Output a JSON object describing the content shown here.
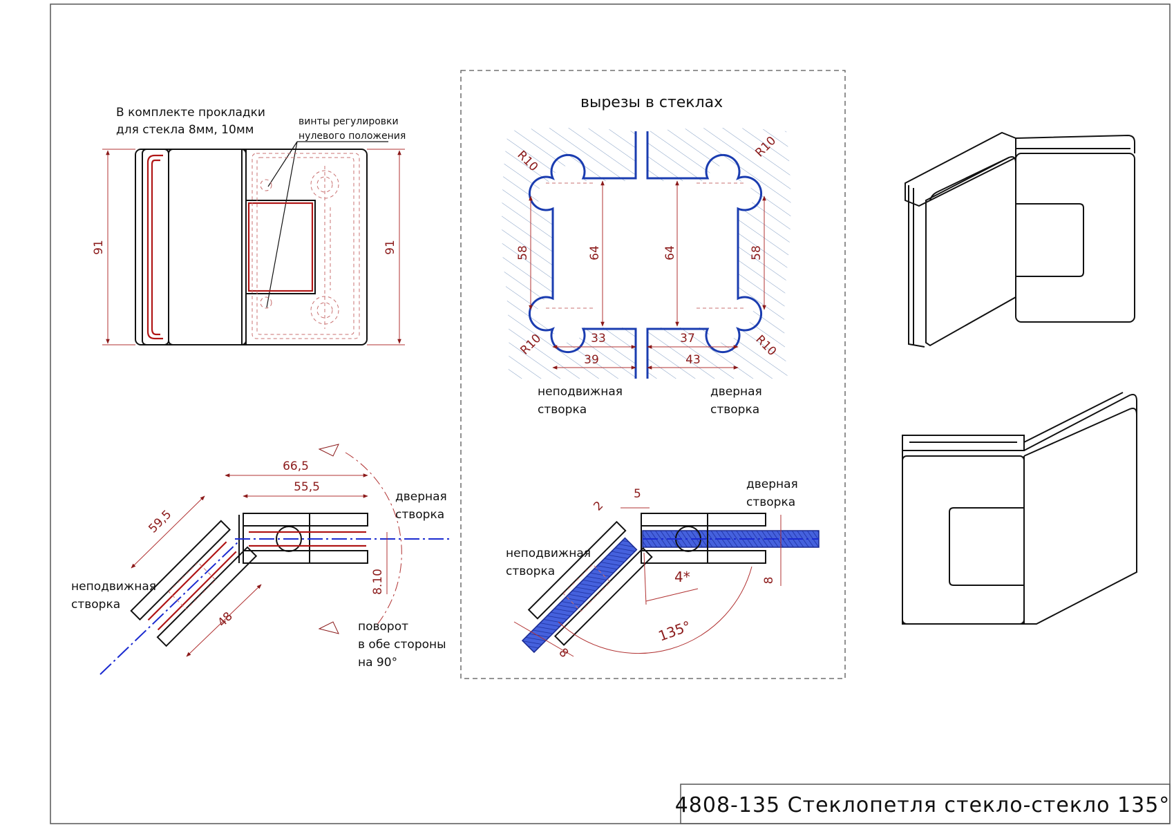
{
  "title_block": {
    "title": "4808-135 Стеклопетля стекло-стекло 135°"
  },
  "front_view": {
    "note_line1": "В комплекте прокладки",
    "note_line2": "для стекла 8мм, 10мм",
    "screws_line1": "винты регулировки",
    "screws_line2": "нулевого положения",
    "dim_left": "91",
    "dim_right": "91"
  },
  "cutouts": {
    "title": "вырезы в стеклах",
    "radius_labels": [
      "R10",
      "R10",
      "R10",
      "R10"
    ],
    "dim_58_left": "58",
    "dim_64_left": "64",
    "dim_64_right": "64",
    "dim_58_right": "58",
    "dim_33": "33",
    "dim_39": "39",
    "dim_37": "37",
    "dim_43": "43",
    "fixed_line1": "неподвижная",
    "fixed_line2": "створка",
    "door_line1": "дверная",
    "door_line2": "створка"
  },
  "plan_view": {
    "dim_665": "66,5",
    "dim_555": "55,5",
    "dim_595": "59,5",
    "dim_48": "48",
    "dim_810": "8.10",
    "door_line1": "дверная",
    "door_line2": "створка",
    "fixed_line1": "неподвижная",
    "fixed_line2": "створка",
    "rotate_line1": "поворот",
    "rotate_line2": "в обе стороны",
    "rotate_line3": "на 90°"
  },
  "glass_view": {
    "dim_2": "2",
    "dim_5": "5",
    "dim_4": "4*",
    "dim_8_right": "8",
    "dim_8_left": "8",
    "angle": "135°",
    "door_line1": "дверная",
    "door_line2": "створка",
    "fixed_line1": "неподвижная",
    "fixed_line2": "створка"
  }
}
